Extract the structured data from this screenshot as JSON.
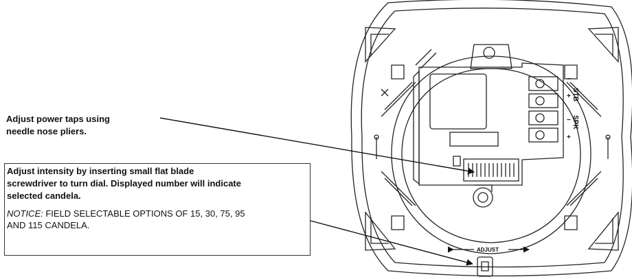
{
  "callouts": {
    "power_taps": {
      "line1": "Adjust power taps using",
      "line2": "needle nose pliers."
    },
    "intensity": {
      "line1": "Adjust intensity by inserting small flat blade",
      "line2": "screwdriver to turn dial.  Displayed number will indicate",
      "line3": "selected candela.",
      "notice_label": "NOTICE:",
      "notice_line1": " FIELD SELECTABLE OPTIONS OF 15, 30, 75, 95",
      "notice_line2": "AND 115 CANDELA."
    }
  },
  "device": {
    "terminal_stb": "STB",
    "terminal_spk": "SPK",
    "plus": "+",
    "minus": "−",
    "adjust_label": "ADJUST"
  }
}
